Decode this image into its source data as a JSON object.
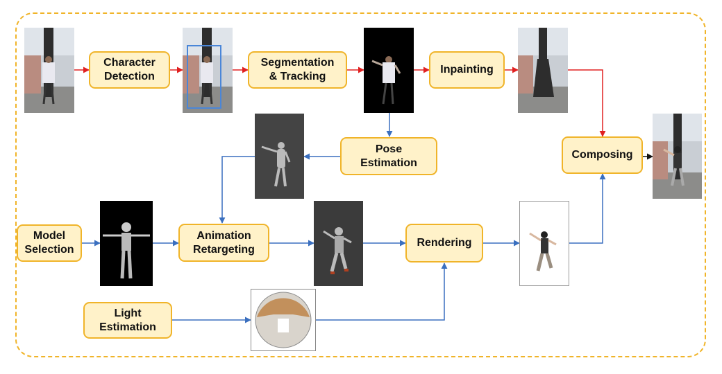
{
  "diagram": {
    "nodes": {
      "character_detection": "Character\nDetection",
      "segmentation_tracking": "Segmentation\n& Tracking",
      "inpainting": "Inpainting",
      "pose_estimation": "Pose\nEstimation",
      "composing": "Composing",
      "model_selection": "Model\nSelection",
      "animation_retargeting": "Animation\nRetargeting",
      "rendering": "Rendering",
      "light_estimation": "Light\nEstimation"
    },
    "images": {
      "input_frame": "photo-thumbnail",
      "detection_result": "photo-with-bounding-box",
      "segmentation_mask": "segmented-character",
      "inpainted_background": "inpainted-background",
      "pose_mesh": "grey-pose-mesh",
      "final_composite": "composited-result",
      "character_model": "t-pose-character",
      "retargeted_model": "retargeted-character",
      "light_probe": "hdr-light-probe",
      "rendered_character": "rendered-character"
    },
    "colors": {
      "red_path": "#e02020",
      "blue_path": "#3a6fbf",
      "box_fill": "#fff2c9",
      "box_border": "#f0b429"
    }
  }
}
